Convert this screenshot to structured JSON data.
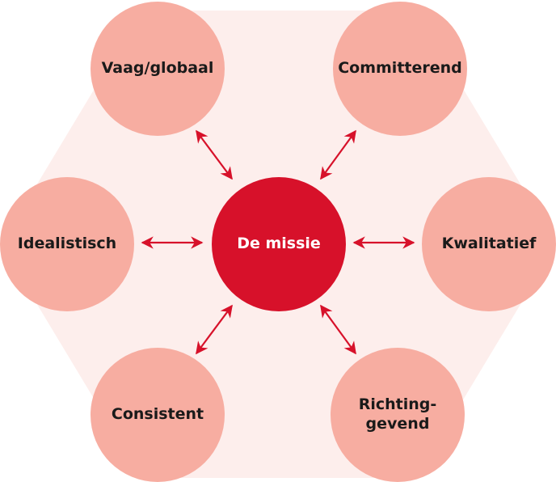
{
  "center": {
    "label": "De missie"
  },
  "nodes": [
    {
      "id": "top-left",
      "label": "Vaag/globaal"
    },
    {
      "id": "top-right",
      "label": "Committerend"
    },
    {
      "id": "left",
      "label": "Idealistisch"
    },
    {
      "id": "right",
      "label": "Kwalitatief"
    },
    {
      "id": "bottom-left",
      "label": "Consistent"
    },
    {
      "id": "bottom-right",
      "label": "Richting-\ngevend"
    }
  ],
  "colors": {
    "background_hexagon": "#fdeeec",
    "outer_circle": "#f7ada1",
    "center_circle": "#d7112a",
    "arrow": "#d7112a",
    "text": "#1a1a1a",
    "center_text": "#ffffff"
  }
}
